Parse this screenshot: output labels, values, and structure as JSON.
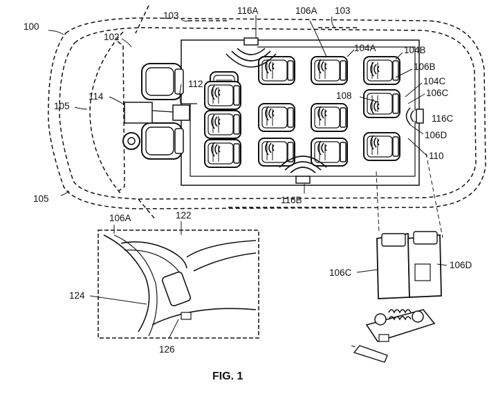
{
  "figure": {
    "caption": "FIG. 1",
    "labels": {
      "l100": "100",
      "l102": "102",
      "l103a": "103",
      "l103b": "103",
      "l105a": "105",
      "l105b": "105",
      "l104a": "104A",
      "l104b": "104B",
      "l104c": "104C",
      "l106a_top": "106A",
      "l106a_inset": "106A",
      "l106b": "106B",
      "l106c": "106C",
      "l106c_detail": "106C",
      "l106d": "106D",
      "l106d_detail": "106D",
      "l108": "108",
      "l110": "110",
      "l112": "112",
      "l114": "114",
      "l116a": "116A",
      "l116b": "116B",
      "l116c": "116C",
      "l122": "122",
      "l124": "124",
      "l126": "126"
    }
  }
}
